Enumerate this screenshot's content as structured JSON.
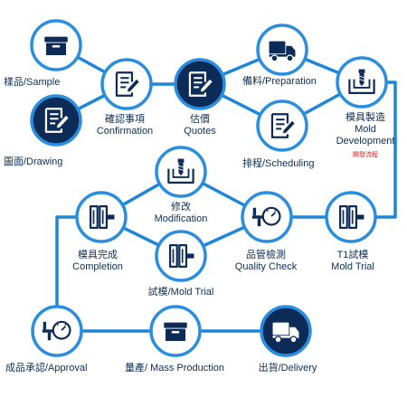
{
  "colors": {
    "line": "#1e86d9",
    "dark_fill": "#0d2b57",
    "light_fill": "#ffffff",
    "ring": "#2a8ee0",
    "icon_dark": "#0d2b57",
    "icon_light": "#ffffff",
    "note": "#d01c1c"
  },
  "steps": {
    "sample": {
      "label": "樣品/Sample",
      "icon": "box-icon"
    },
    "drawing": {
      "label": "圖面/Drawing",
      "icon": "document-pen-icon"
    },
    "confirmation": {
      "label_zh": "確認事項",
      "label_en": "Confirmation",
      "icon": "document-pen-icon"
    },
    "quotes": {
      "label_zh": "估價",
      "label_en": "Quotes",
      "icon": "document-pen-icon"
    },
    "preparation": {
      "label": "備料/Preparation",
      "icon": "truck-icon"
    },
    "scheduling": {
      "label": "排程/Scheduling",
      "icon": "document-pen-icon"
    },
    "mold_development": {
      "label_zh": "模具製造",
      "label_en1": "Mold",
      "label_en2": "Development",
      "note": "開發流程",
      "icon": "mold-drill-icon"
    },
    "modification": {
      "label_zh": "修改",
      "label_en": "Modification",
      "icon": "mold-drill-icon"
    },
    "completion": {
      "label_zh": "模具完成",
      "label_en": "Completion",
      "icon": "mold-clamp-icon"
    },
    "mold_trial_2": {
      "label": "試模/Mold Trial",
      "icon": "mold-clamp-icon"
    },
    "quality_check": {
      "label_zh": "品管檢測",
      "label_en": "Quality Check",
      "icon": "caliper-icon"
    },
    "t1_mold_trial": {
      "label_zh": "T1試模",
      "label_en": "Mold Trial",
      "icon": "mold-clamp-icon"
    },
    "approval": {
      "label": "成品承認/Approval",
      "icon": "caliper-icon"
    },
    "mass_production": {
      "label": "量產/ Mass Production",
      "icon": "box-icon"
    },
    "delivery": {
      "label": "出貨/Delivery",
      "icon": "truck-icon"
    }
  }
}
